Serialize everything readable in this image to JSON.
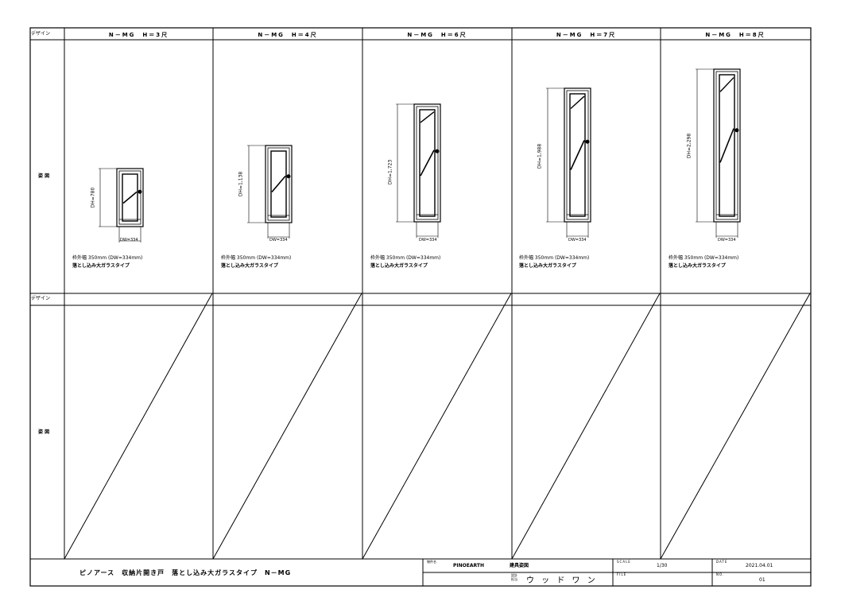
{
  "rows": [
    {
      "design_label": "デザイン",
      "elevation_label": "姿 図"
    },
    {
      "design_label": "デザイン",
      "elevation_label": "姿 図"
    }
  ],
  "panels": [
    {
      "title": "N－MG　H＝3尺",
      "dh": "DH=780",
      "dw": "DW=334",
      "spec1": "枠外幅 350mm (DW=334mm)",
      "spec2": "落とし込み大ガラスタイプ"
    },
    {
      "title": "N－MG　H＝4尺",
      "dh": "DH=1,138",
      "dw": "DW=334",
      "spec1": "枠外幅 350mm (DW=334mm)",
      "spec2": "落とし込み大ガラスタイプ"
    },
    {
      "title": "N－MG　H＝6尺",
      "dh": "DH=1,723",
      "dw": "DW=334",
      "spec1": "枠外幅 350mm (DW=334mm)",
      "spec2": "落とし込み大ガラスタイプ"
    },
    {
      "title": "N－MG　H＝7尺",
      "dh": "DH=1,988",
      "dw": "DW=334",
      "spec1": "枠外幅 350mm (DW=334mm)",
      "spec2": "落とし込み大ガラスタイプ"
    },
    {
      "title": "N－MG　H＝8尺",
      "dh": "DH=2,298",
      "dw": "DW=334",
      "spec1": "枠外幅 350mm (DW=334mm)",
      "spec2": "落とし込み大ガラスタイプ"
    }
  ],
  "title_block": {
    "drawing_title": "ピノアース　収納片開き戸　落とし込み大ガラスタイプ　N－MG",
    "company_label": "物件名",
    "company": "PINOEARTH",
    "drawing_name": "建具姿図",
    "designer_label": "設計\n担当",
    "designer": "ウ ッ ド ワ ン",
    "scale_label": "SCALE",
    "scale": "1/30",
    "date_label": "DATE",
    "date": "2021.04.01",
    "file_label": "FILE",
    "no_label": "NO.",
    "no": "01"
  }
}
